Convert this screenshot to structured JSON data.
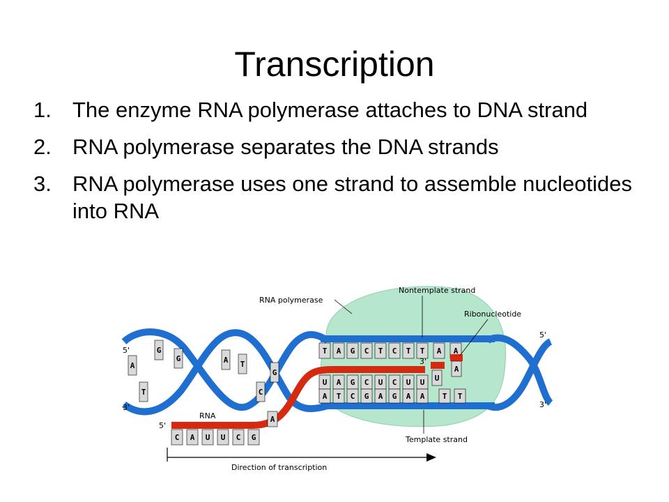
{
  "slide": {
    "title": "Transcription",
    "steps": [
      {
        "num": "1.",
        "text": "The enzyme RNA polymerase attaches to DNA strand"
      },
      {
        "num": "2.",
        "text": "RNA polymerase separates the DNA strands"
      },
      {
        "num": "3.",
        "text": "RNA polymerase uses one strand to assemble nucleotides into RNA"
      }
    ]
  },
  "diagram": {
    "labels": {
      "rna_polymerase": "RNA polymerase",
      "nontemplate_strand": "Nontemplate strand",
      "ribonucleotide": "Ribonucleotide",
      "rna": "RNA",
      "template_strand": "Template strand",
      "direction": "Direction of transcription"
    },
    "ends": {
      "top_left": "5'",
      "bottom_left": "3'",
      "top_right": "5'",
      "bottom_right": "3'",
      "rna_start": "5'",
      "rna_end": "3'"
    },
    "nontemplate_bases": [
      "T",
      "A",
      "G",
      "C",
      "T",
      "C",
      "T",
      "T",
      "A",
      "A"
    ],
    "rna_in_bubble": [
      "U",
      "A",
      "G",
      "C",
      "U",
      "C",
      "U",
      "U"
    ],
    "template_bases": [
      "A",
      "T",
      "C",
      "G",
      "A",
      "G",
      "A",
      "A",
      "T",
      "T"
    ],
    "rna_tail": [
      "C",
      "A",
      "U",
      "U",
      "C",
      "G",
      "A"
    ],
    "free_nucleotides": [
      "U",
      "A"
    ],
    "left_helix_bases": [
      "A",
      "T",
      "G",
      "G",
      "A",
      "T",
      "C",
      "G"
    ],
    "colors": {
      "dna_blue": "#1f6fd1",
      "rna_red": "#d62a10",
      "polymerase": "#b6e6cc",
      "base_fill": "#d9d9d9"
    }
  }
}
